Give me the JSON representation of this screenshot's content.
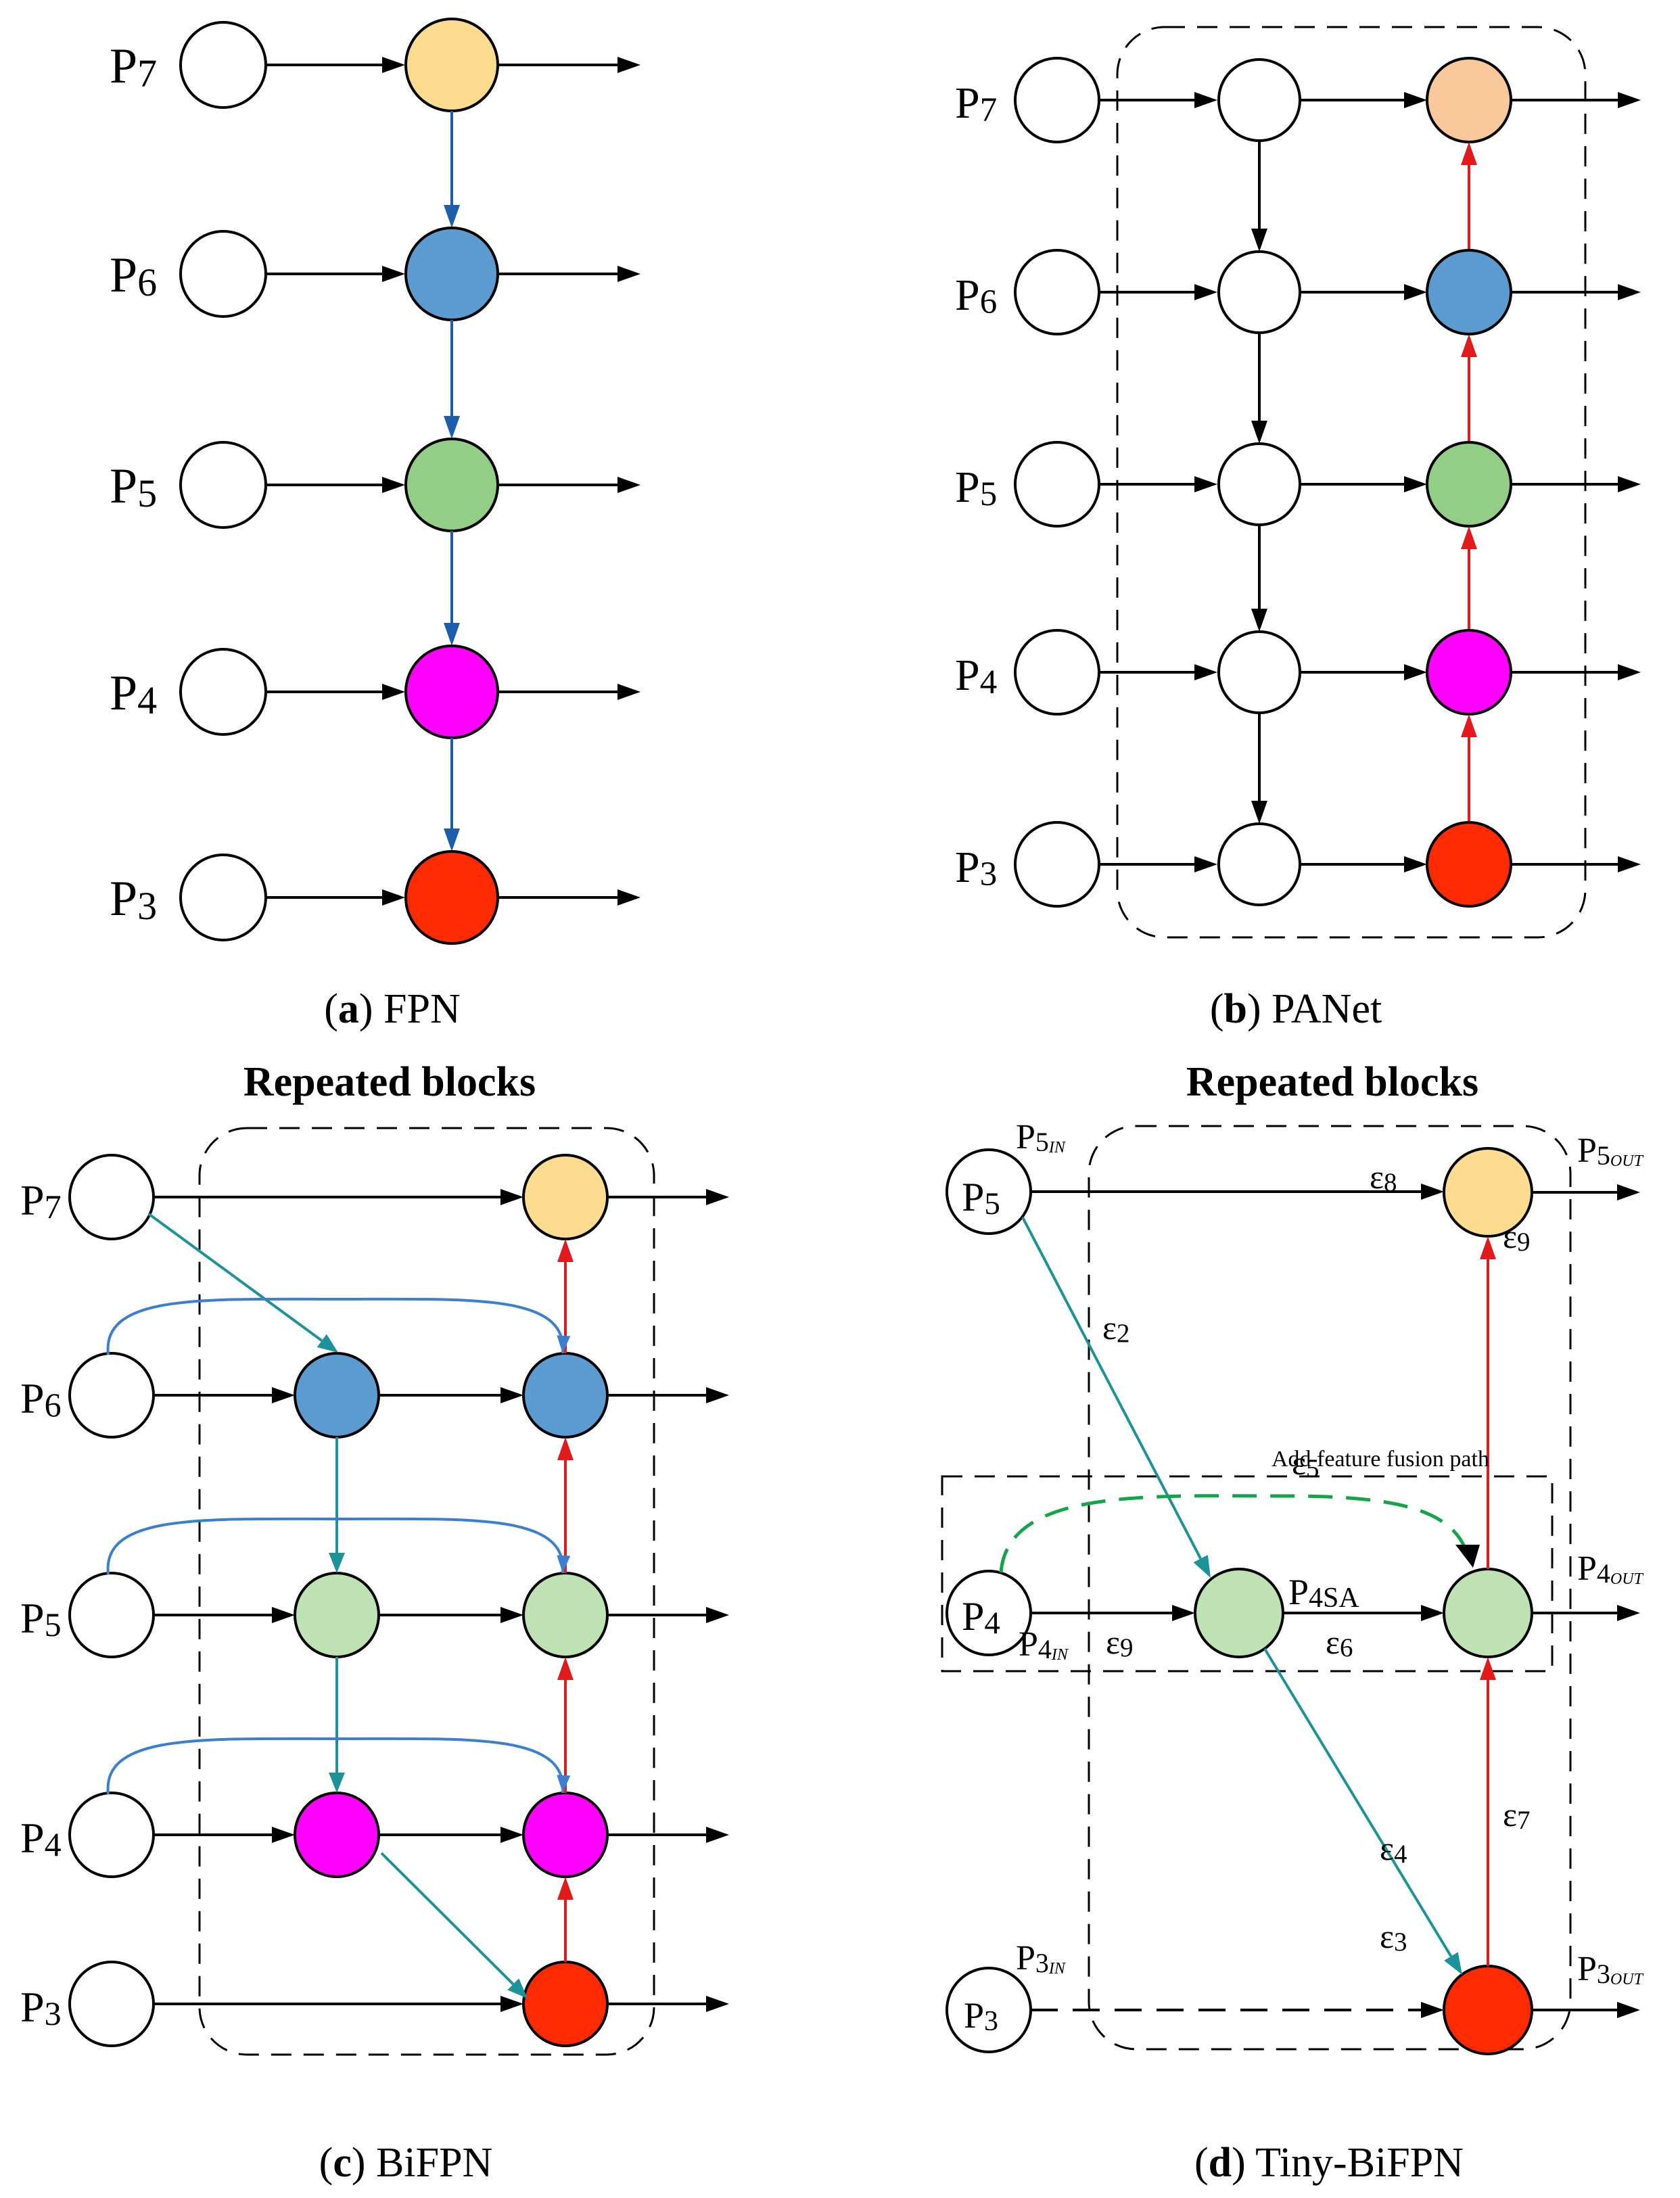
{
  "colors": {
    "yellow": "#FDDC8F",
    "orange": "#F9C99B",
    "blue": "#5B9BD0",
    "green": "#93CE86",
    "light_green": "#BFE2B4",
    "magenta": "#FF00FF",
    "red": "#FF2B00",
    "white": "#FFFFFF",
    "blue_arrow": "#1C5EAC",
    "red_arrow": "#E31A1C",
    "teal_arrow": "#1C9299",
    "skip_arrow": "#3A7FD0",
    "dashed_green": "#16A34A"
  },
  "panels": {
    "a": {
      "caption_letter": "(a)",
      "caption_name": " FPN",
      "levels": [
        {
          "label": "P7",
          "color": "yellow"
        },
        {
          "label": "P6",
          "color": "blue"
        },
        {
          "label": "P5",
          "color": "green"
        },
        {
          "label": "P4",
          "color": "magenta"
        },
        {
          "label": "P3",
          "color": "red"
        }
      ]
    },
    "b": {
      "caption_letter": "(b)",
      "caption_name": " PANet",
      "levels": [
        {
          "label": "P7",
          "color": "orange"
        },
        {
          "label": "P6",
          "color": "blue"
        },
        {
          "label": "P5",
          "color": "green"
        },
        {
          "label": "P4",
          "color": "magenta"
        },
        {
          "label": "P3",
          "color": "red"
        }
      ]
    },
    "c": {
      "caption_letter": "(c)",
      "caption_name": " BiFPN",
      "title": "Repeated blocks",
      "levels": [
        {
          "label": "P7",
          "mid": null,
          "out": "yellow"
        },
        {
          "label": "P6",
          "mid": "blue",
          "out": "blue"
        },
        {
          "label": "P5",
          "mid": "light_green",
          "out": "light_green"
        },
        {
          "label": "P4",
          "mid": "magenta",
          "out": "magenta"
        },
        {
          "label": "P3",
          "mid": null,
          "out": "red"
        }
      ]
    },
    "d": {
      "caption_letter": "(d)",
      "caption_name": " Tiny-BiFPN",
      "title": "Repeated blocks",
      "fusion_note": "Add feature fusion path",
      "nodes": {
        "p5": "P5",
        "p4": "P4",
        "p3": "P3"
      },
      "in_labels": {
        "p5": "P5",
        "p4": "P4",
        "p3": "P3",
        "sub": "IN"
      },
      "out_labels": {
        "p5": "P5",
        "p4": "P4",
        "p3": "P3",
        "sub": "OUT"
      },
      "p4sa": "P4SA",
      "eps": {
        "e2": "ε2",
        "e3": "ε3",
        "e4": "ε4",
        "e5": "ε5",
        "e6": "ε6",
        "e7": "ε7",
        "e8": "ε8",
        "e9a": "ε9",
        "e9b": "ε9"
      }
    }
  }
}
